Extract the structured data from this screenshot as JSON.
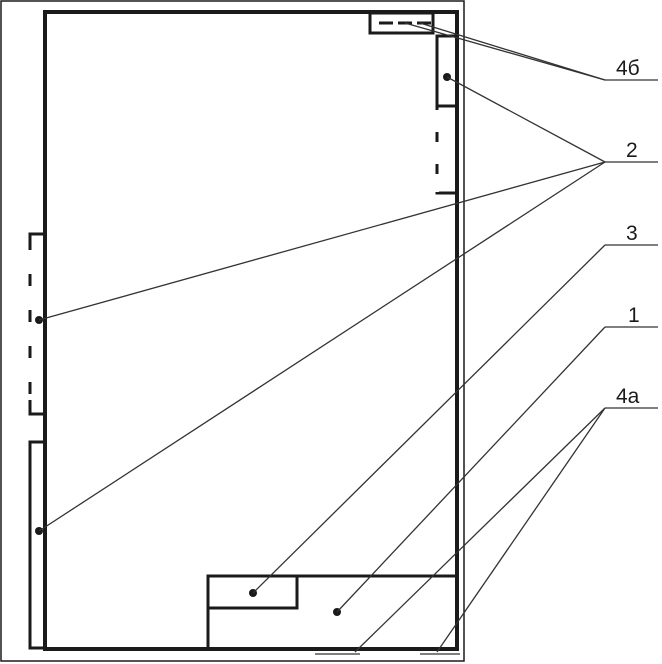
{
  "callouts": {
    "label_4b": "4б",
    "label_2": "2",
    "label_3": "3",
    "label_1": "1",
    "label_4a": "4а"
  },
  "colors": {
    "ink": "#1a1a1a",
    "leader": "#333333",
    "background": "#ffffff"
  }
}
